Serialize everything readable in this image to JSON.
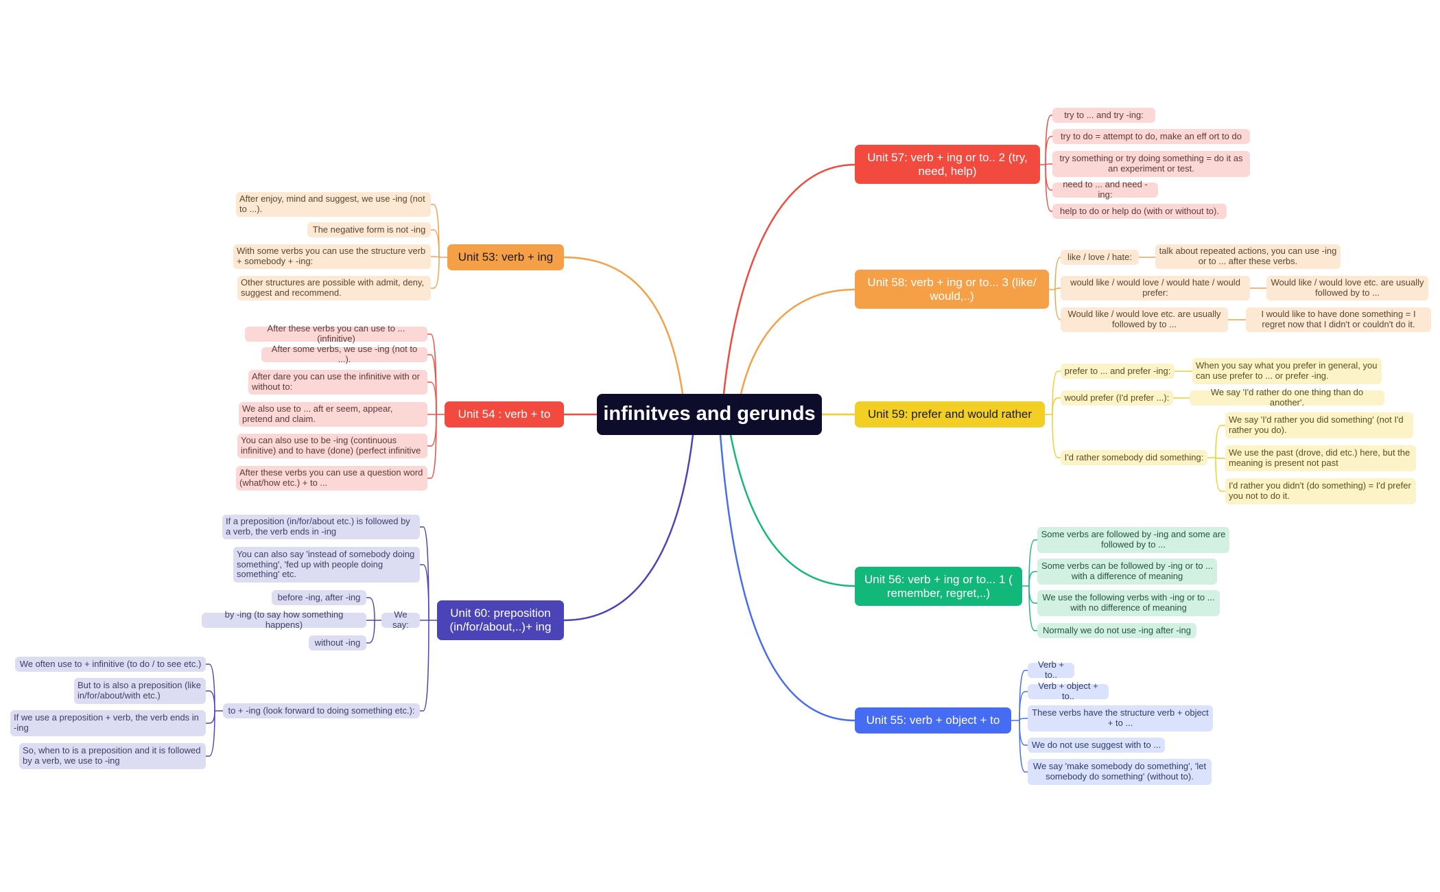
{
  "colors": {
    "root_bg": "#0d0d2b",
    "unit53": "#f5a047",
    "unit53_leaf": "#fde9d3",
    "unit54": "#f24a3f",
    "unit54_leaf": "#fbd7d6",
    "unit60": "#4a44b8",
    "unit60_leaf": "#dcdcf2",
    "unit57": "#f24a3f",
    "unit57_leaf": "#fbd7d6",
    "unit58": "#f5a047",
    "unit58_leaf": "#fde9d3",
    "unit59": "#f2cf22",
    "unit59_leaf": "#fcf3c9",
    "unit56": "#11b87a",
    "unit56_leaf": "#d2f1e3",
    "unit55": "#476cf4",
    "unit55_leaf": "#dae2fc"
  },
  "root": {
    "label": "infinitves and gerunds"
  },
  "unit53": {
    "label": "Unit 53: verb + ing",
    "items": [
      "After enjoy, mind and suggest, we use -ing (not to ...).",
      "The negative form is not -ing",
      "With some verbs you can use the structure verb + somebody + -ing:",
      "Other structures are possible with admit, deny, suggest and recommend."
    ]
  },
  "unit54": {
    "label": "Unit 54 : verb + to",
    "items": [
      "After these verbs you can use to ... (infinitive)",
      "After some verbs, we use -ing (not to ...).",
      "After dare you can use the infinitive with or without to:",
      "We also use to ... aft er seem, appear, pretend and claim.",
      "You can also use to be -ing (continuous infinitive) and to have (done) (perfect infinitive",
      "After these verbs you can use a question word (what/how etc.) + to ..."
    ]
  },
  "unit60": {
    "label": "Unit 60: preposition (in/for/about,..)+ ing",
    "items": [
      "If a preposition (in/for/about etc.) is followed by a verb, the verb ends in -ing",
      "You can also say 'instead of somebody doing something', 'fed up with people doing something' etc.",
      "We say:",
      "to + -ing (look forward to doing something etc.):"
    ],
    "we_say": [
      "before -ing, after -ing",
      "by -ing (to say how something happens)",
      "without -ing"
    ],
    "to_ing": [
      "We often use to + infinitive (to do / to see etc.)",
      "But to is also a preposition (like in/for/about/with etc.)",
      "If we use a preposition + verb, the verb ends in -ing",
      "So, when to is a preposition and it is followed by a verb, we use to -ing"
    ]
  },
  "unit57": {
    "label": "Unit 57: verb + ing or to.. 2 (try, need, help)",
    "items": [
      "try to ... and try -ing:",
      "try to do = attempt to do, make an eff ort to do",
      "try something or try doing something = do it as an experiment or test.",
      "need to ... and need -ing:",
      "help to do or help do (with or without to)."
    ]
  },
  "unit58": {
    "label": "Unit 58: verb + ing or to... 3  (like/ would,..)",
    "items": [
      "like / love / hate:",
      "would like / would love / would hate / would prefer:",
      "Would like / would love etc. are usually followed by to ..."
    ],
    "children": [
      "talk about repeated actions, you can use -ing or to ... after these verbs.",
      "Would like / would love etc. are usually followed by to ...",
      "I would like to have done something = I regret now that I didn't or couldn't do it."
    ]
  },
  "unit59": {
    "label": "Unit 59: prefer and would rather",
    "items": [
      "prefer to ... and prefer -ing:",
      "would prefer (I'd prefer ...):",
      "I'd rather somebody did something:"
    ],
    "children": [
      "When you say what you prefer in general, you can use prefer to ... or prefer -ing.",
      "We say 'I'd rather do one thing than do another'."
    ],
    "rather": [
      "We say 'I'd rather you did something' (not I'd rather you do).",
      "We use the past (drove, did etc.) here, but the meaning is present not past",
      "I'd rather you didn't (do something) = I'd prefer you not to do it."
    ]
  },
  "unit56": {
    "label": "Unit 56: verb + ing or to... 1 ( remember, regret,..)",
    "items": [
      "Some verbs are followed by -ing and some are followed by to ...",
      "Some verbs can be followed by -ing or to ... with a difference of meaning",
      "We use the following verbs with -ing or to ... with no difference of meaning",
      "Normally we do not use -ing after -ing"
    ]
  },
  "unit55": {
    "label": "Unit 55: verb + object + to",
    "items": [
      "Verb + to..",
      "Verb + object + to..",
      "These verbs have the structure verb + object + to ...",
      "We do not use suggest with to ...",
      "We say 'make somebody do something', 'let somebody do something' (without to)."
    ]
  }
}
